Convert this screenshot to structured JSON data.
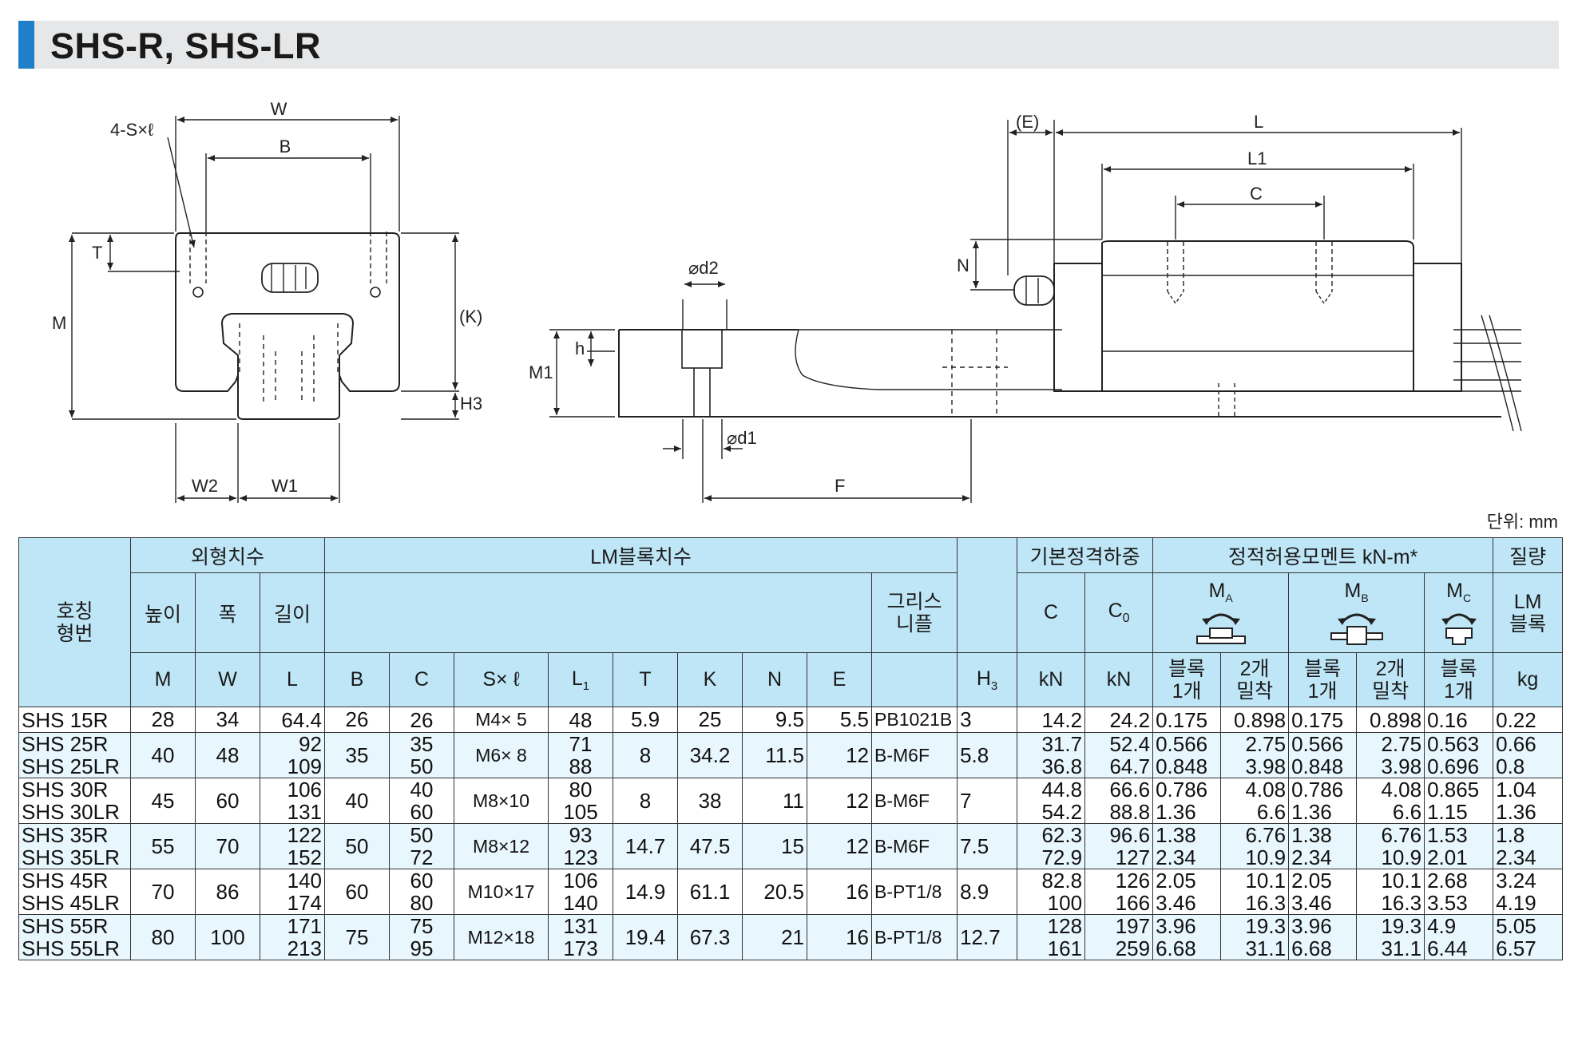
{
  "title": "SHS-R, SHS-LR",
  "unit_note": "단위: mm",
  "drawing_labels": {
    "W": "W",
    "B": "B",
    "S": "4-S×ℓ",
    "T": "T",
    "M": "M",
    "K": "(K)",
    "H3": "H3",
    "W2": "W2",
    "W1": "W1",
    "d2": "⌀d2",
    "h": "h",
    "M1": "M1",
    "d1": "⌀d1",
    "F": "F",
    "E": "(E)",
    "L": "L",
    "L1": "L1",
    "C": "C",
    "N": "N"
  },
  "table": {
    "headers": {
      "model": "호칭\n형번",
      "outer": "외형치수",
      "lm_block": "LM블록치수",
      "basic_load": "기본정격하중",
      "moment": "정적허용모멘트 kN-m*",
      "mass": "질량",
      "height": "높이",
      "width": "폭",
      "length": "길이",
      "grease": "그리스\n니플",
      "lm_block_mass": "LM\n블록",
      "one_block": "블록\n1개",
      "two_tight": "2개\n밀착",
      "sym_M": "M",
      "sym_W": "W",
      "sym_L": "L",
      "sym_B": "B",
      "sym_C": "C",
      "sym_S": "S× ℓ",
      "sym_L1": "L1",
      "sym_T": "T",
      "sym_K": "K",
      "sym_N": "N",
      "sym_E": "E",
      "sym_H3": "H3",
      "sym_Cdyn": "C",
      "sym_C0": "C0",
      "unit_kN": "kN",
      "unit_kN2": "kN",
      "MA": "MA",
      "MB": "MB",
      "MC": "MC",
      "unit_kg": "kg"
    },
    "rows": [
      {
        "model": [
          "SHS 15R"
        ],
        "M": "28",
        "W": "34",
        "L": [
          "64.4"
        ],
        "B": "26",
        "C": [
          "26"
        ],
        "S": "M4× 5",
        "L1": [
          "48"
        ],
        "T": "5.9",
        "K": "25",
        "N": "9.5",
        "E": "5.5",
        "grease": "PB1021B",
        "H3": "3",
        "Cdyn": [
          "14.2"
        ],
        "C0": [
          "24.2"
        ],
        "MA1": [
          "0.175"
        ],
        "MA2": [
          "0.898"
        ],
        "MB1": [
          "0.175"
        ],
        "MB2": [
          "0.898"
        ],
        "MC": [
          "0.16"
        ],
        "mass": [
          "0.22"
        ]
      },
      {
        "model": [
          "SHS 25R",
          "SHS 25LR"
        ],
        "M": "40",
        "W": "48",
        "L": [
          "92",
          "109"
        ],
        "B": "35",
        "C": [
          "35",
          "50"
        ],
        "S": "M6× 8",
        "L1": [
          "71",
          "88"
        ],
        "T": "8",
        "K": "34.2",
        "N": "11.5",
        "E": "12",
        "grease": "B-M6F",
        "H3": "5.8",
        "Cdyn": [
          "31.7",
          "36.8"
        ],
        "C0": [
          "52.4",
          "64.7"
        ],
        "MA1": [
          "0.566",
          "0.848"
        ],
        "MA2": [
          "2.75",
          "3.98"
        ],
        "MB1": [
          "0.566",
          "0.848"
        ],
        "MB2": [
          "2.75",
          "3.98"
        ],
        "MC": [
          "0.563",
          "0.696"
        ],
        "mass": [
          "0.66",
          "0.8"
        ]
      },
      {
        "model": [
          "SHS 30R",
          "SHS 30LR"
        ],
        "M": "45",
        "W": "60",
        "L": [
          "106",
          "131"
        ],
        "B": "40",
        "C": [
          "40",
          "60"
        ],
        "S": "M8×10",
        "L1": [
          "80",
          "105"
        ],
        "T": "8",
        "K": "38",
        "N": "11",
        "E": "12",
        "grease": "B-M6F",
        "H3": "7",
        "Cdyn": [
          "44.8",
          "54.2"
        ],
        "C0": [
          "66.6",
          "88.8"
        ],
        "MA1": [
          "0.786",
          "1.36"
        ],
        "MA2": [
          "4.08",
          "6.6"
        ],
        "MB1": [
          "0.786",
          "1.36"
        ],
        "MB2": [
          "4.08",
          "6.6"
        ],
        "MC": [
          "0.865",
          "1.15"
        ],
        "mass": [
          "1.04",
          "1.36"
        ]
      },
      {
        "model": [
          "SHS 35R",
          "SHS 35LR"
        ],
        "M": "55",
        "W": "70",
        "L": [
          "122",
          "152"
        ],
        "B": "50",
        "C": [
          "50",
          "72"
        ],
        "S": "M8×12",
        "L1": [
          "93",
          "123"
        ],
        "T": "14.7",
        "K": "47.5",
        "N": "15",
        "E": "12",
        "grease": "B-M6F",
        "H3": "7.5",
        "Cdyn": [
          "62.3",
          "72.9"
        ],
        "C0": [
          "96.6",
          "127"
        ],
        "MA1": [
          "1.38",
          "2.34"
        ],
        "MA2": [
          "6.76",
          "10.9"
        ],
        "MB1": [
          "1.38",
          "2.34"
        ],
        "MB2": [
          "6.76",
          "10.9"
        ],
        "MC": [
          "1.53",
          "2.01"
        ],
        "mass": [
          "1.8",
          "2.34"
        ]
      },
      {
        "model": [
          "SHS 45R",
          "SHS 45LR"
        ],
        "M": "70",
        "W": "86",
        "L": [
          "140",
          "174"
        ],
        "B": "60",
        "C": [
          "60",
          "80"
        ],
        "S": "M10×17",
        "L1": [
          "106",
          "140"
        ],
        "T": "14.9",
        "K": "61.1",
        "N": "20.5",
        "E": "16",
        "grease": "B-PT1/8",
        "H3": "8.9",
        "Cdyn": [
          "82.8",
          "100"
        ],
        "C0": [
          "126",
          "166"
        ],
        "MA1": [
          "2.05",
          "3.46"
        ],
        "MA2": [
          "10.1",
          "16.3"
        ],
        "MB1": [
          "2.05",
          "3.46"
        ],
        "MB2": [
          "10.1",
          "16.3"
        ],
        "MC": [
          "2.68",
          "3.53"
        ],
        "mass": [
          "3.24",
          "4.19"
        ]
      },
      {
        "model": [
          "SHS 55R",
          "SHS 55LR"
        ],
        "M": "80",
        "W": "100",
        "L": [
          "171",
          "213"
        ],
        "B": "75",
        "C": [
          "75",
          "95"
        ],
        "S": "M12×18",
        "L1": [
          "131",
          "173"
        ],
        "T": "19.4",
        "K": "67.3",
        "N": "21",
        "E": "16",
        "grease": "B-PT1/8",
        "H3": "12.7",
        "Cdyn": [
          "128",
          "161"
        ],
        "C0": [
          "197",
          "259"
        ],
        "MA1": [
          "3.96",
          "6.68"
        ],
        "MA2": [
          "19.3",
          "31.1"
        ],
        "MB1": [
          "3.96",
          "6.68"
        ],
        "MB2": [
          "19.3",
          "31.1"
        ],
        "MC": [
          "4.9",
          "6.44"
        ],
        "mass": [
          "5.05",
          "6.57"
        ]
      }
    ]
  }
}
